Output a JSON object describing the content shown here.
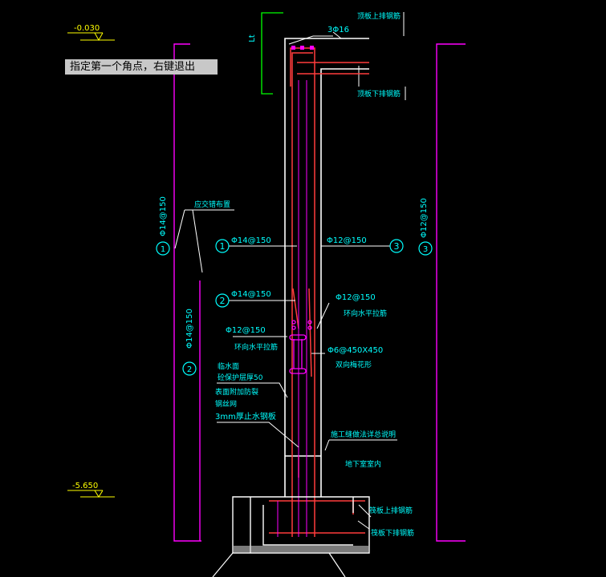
{
  "command_prompt": "指定第一个角点，右键退出",
  "elevations": {
    "top": "-0.030",
    "bottom": "-5.650"
  },
  "lap_label": "Lt",
  "top_bars": "3Φ16",
  "labels": {
    "roof_top_bars": "顶板上排钢筋",
    "roof_bottom_bars": "顶板下排钢筋",
    "stagger_note": "应交错布置",
    "axis_left_upper": "Φ14@150",
    "axis_left_lower": "Φ14@150",
    "axis_right": "Φ12@150",
    "bubble_1": "1",
    "bubble_2": "2",
    "bubble_3": "3",
    "callout_1": "Φ14@150",
    "callout_3": "Φ12@150",
    "callout_2": "Φ14@150",
    "right_ring_spec": "Φ12@150",
    "right_ring_name": "环向水平拉筋",
    "left_ring_spec": "Φ12@150",
    "left_ring_name": "环向水平拉筋",
    "tie_spec": "Φ6@450X450",
    "tie_name": "双向梅花形",
    "waterproof_1": "临水面",
    "waterproof_2": "砼保护层厚50",
    "waterproof_3": "表面附加防裂",
    "waterproof_4": "钢丝网",
    "waterstop": "3mm厚止水钢板",
    "construction_joint": "施工缝做法详总说明",
    "basement_interior": "地下室室内",
    "slab_top_bars": "筏板上排钢筋",
    "slab_bottom_bars": "筏板下排钢筋"
  },
  "colors": {
    "background": "#000000",
    "text": "#00ffff",
    "wall": "#ffffff",
    "rebar": "#ff3c3c",
    "dimension": "#ff00ff",
    "lap_line": "#00ff00",
    "level_mark": "#ffff00"
  }
}
